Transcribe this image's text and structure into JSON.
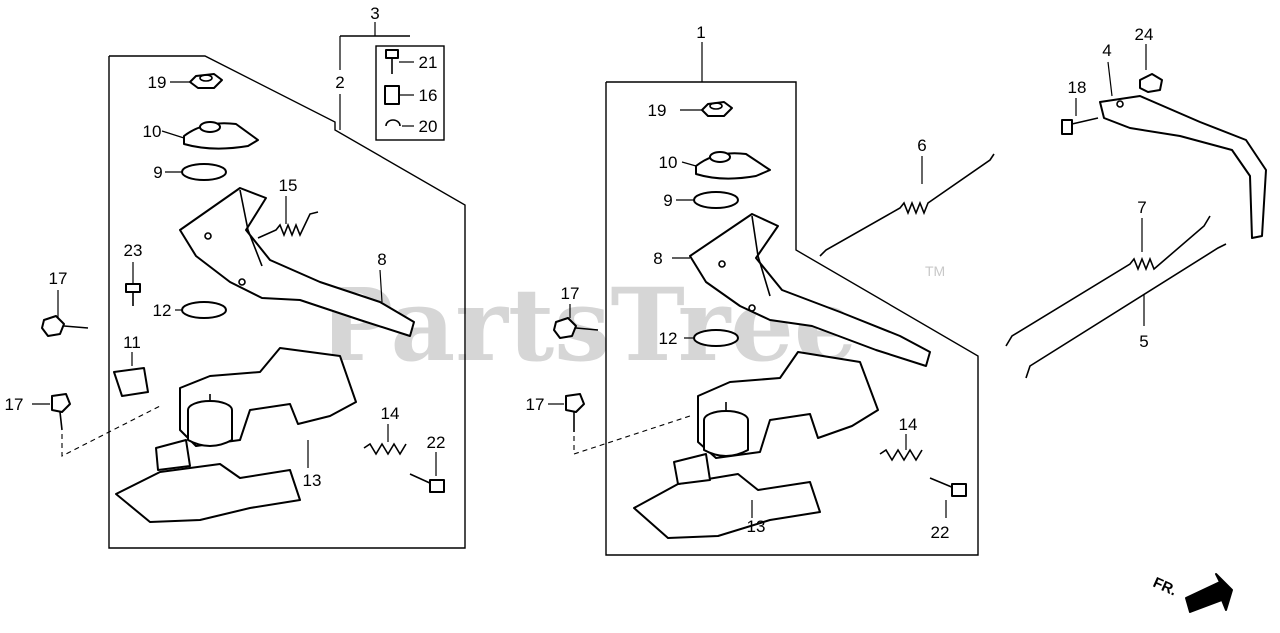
{
  "watermark": {
    "brand": "PartsTree",
    "trademark": "TM"
  },
  "direction_indicator": "FR.",
  "callouts": [
    {
      "id": "c1",
      "label": "1"
    },
    {
      "id": "c2",
      "label": "2"
    },
    {
      "id": "c3",
      "label": "3"
    },
    {
      "id": "c4",
      "label": "4"
    },
    {
      "id": "c5",
      "label": "5"
    },
    {
      "id": "c6",
      "label": "6"
    },
    {
      "id": "c7",
      "label": "7"
    },
    {
      "id": "c8a",
      "label": "8"
    },
    {
      "id": "c8b",
      "label": "8"
    },
    {
      "id": "c9a",
      "label": "9"
    },
    {
      "id": "c9b",
      "label": "9"
    },
    {
      "id": "c10a",
      "label": "10"
    },
    {
      "id": "c10b",
      "label": "10"
    },
    {
      "id": "c11",
      "label": "11"
    },
    {
      "id": "c12a",
      "label": "12"
    },
    {
      "id": "c12b",
      "label": "12"
    },
    {
      "id": "c13a",
      "label": "13"
    },
    {
      "id": "c13b",
      "label": "13"
    },
    {
      "id": "c14a",
      "label": "14"
    },
    {
      "id": "c14b",
      "label": "14"
    },
    {
      "id": "c15",
      "label": "15"
    },
    {
      "id": "c16",
      "label": "16"
    },
    {
      "id": "c17a",
      "label": "17"
    },
    {
      "id": "c17b",
      "label": "17"
    },
    {
      "id": "c17c",
      "label": "17"
    },
    {
      "id": "c17d",
      "label": "17"
    },
    {
      "id": "c18",
      "label": "18"
    },
    {
      "id": "c19a",
      "label": "19"
    },
    {
      "id": "c19b",
      "label": "19"
    },
    {
      "id": "c20",
      "label": "20"
    },
    {
      "id": "c21",
      "label": "21"
    },
    {
      "id": "c22a",
      "label": "22"
    },
    {
      "id": "c22b",
      "label": "22"
    },
    {
      "id": "c23",
      "label": "23"
    },
    {
      "id": "c24",
      "label": "24"
    }
  ]
}
